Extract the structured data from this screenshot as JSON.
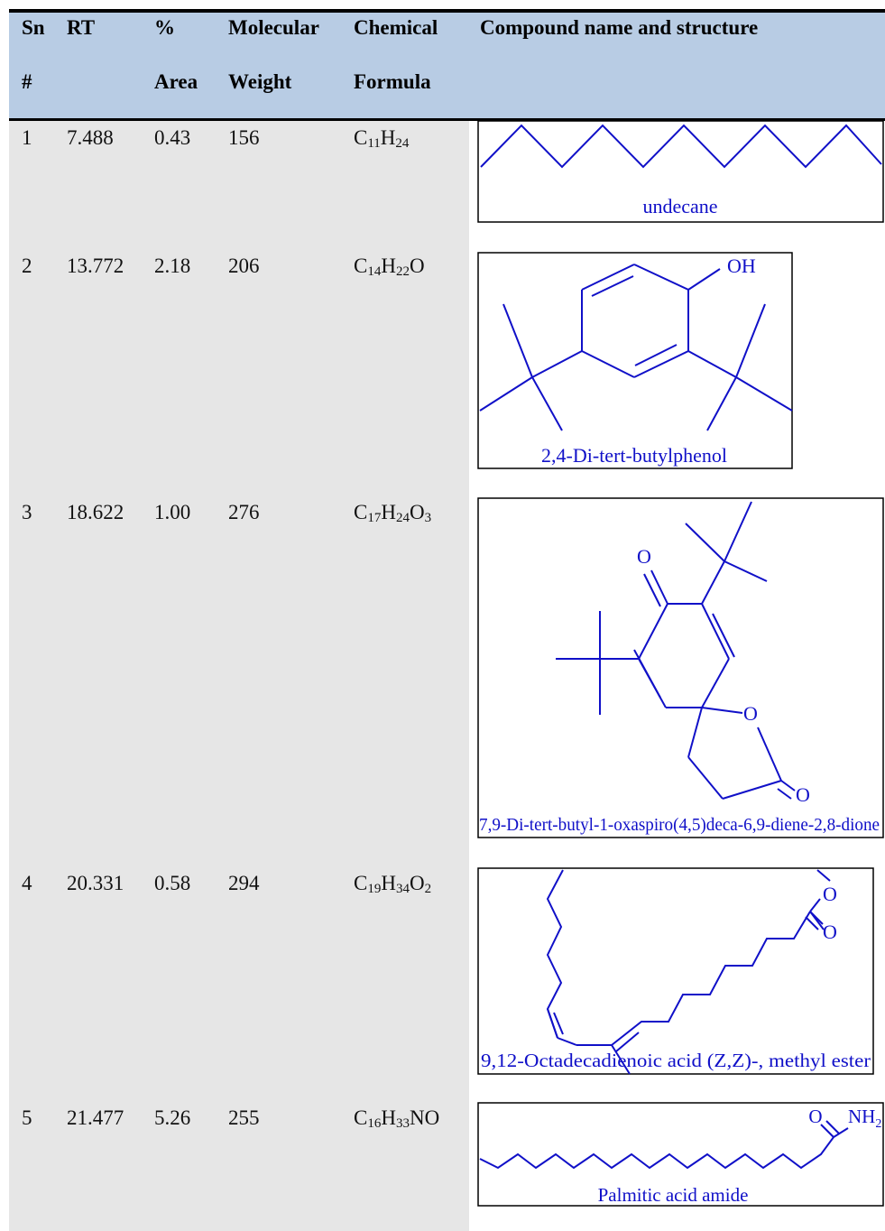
{
  "headers": {
    "sn": [
      "Sn",
      "#"
    ],
    "rt": [
      "RT"
    ],
    "area": [
      "%",
      "Area"
    ],
    "mw": [
      "Molecular",
      "Weight"
    ],
    "formula": [
      "Chemical",
      "Formula"
    ],
    "compound": [
      "Compound name and structure"
    ]
  },
  "rows": [
    {
      "sn": "1",
      "rt": "7.488",
      "area": "0.43",
      "mw": "156",
      "formula": [
        [
          "C",
          "11"
        ],
        [
          "H",
          "24"
        ]
      ],
      "name": "undecane"
    },
    {
      "sn": "2",
      "rt": "13.772",
      "area": "2.18",
      "mw": "206",
      "formula": [
        [
          "C",
          "14"
        ],
        [
          "H",
          "22"
        ],
        [
          "O",
          ""
        ]
      ],
      "name": "2,4-Di-tert-butylphenol",
      "atoms": [
        "OH"
      ]
    },
    {
      "sn": "3",
      "rt": "18.622",
      "area": "1.00",
      "mw": "276",
      "formula": [
        [
          "C",
          "17"
        ],
        [
          "H",
          "24"
        ],
        [
          "O",
          "3"
        ]
      ],
      "name": "7,9-Di-tert-butyl-1-oxaspiro(4,5)deca-6,9-diene-2,8-dione",
      "atoms": [
        "O",
        "O",
        "O"
      ]
    },
    {
      "sn": "4",
      "rt": "20.331",
      "area": "0.58",
      "mw": "294",
      "formula": [
        [
          "C",
          "19"
        ],
        [
          "H",
          "34"
        ],
        [
          "O",
          "2"
        ]
      ],
      "name": "9,12-Octadecadienoic acid (Z,Z)-, methyl ester",
      "atoms": [
        "O",
        "O"
      ]
    },
    {
      "sn": "5",
      "rt": "21.477",
      "area": "5.26",
      "mw": "255",
      "formula": [
        [
          "C",
          "16"
        ],
        [
          "H",
          "33"
        ],
        [
          "N",
          ""
        ],
        [
          "O",
          ""
        ]
      ],
      "name": "Palmitic acid amide",
      "atoms": [
        "O",
        "NH",
        "2"
      ]
    }
  ]
}
